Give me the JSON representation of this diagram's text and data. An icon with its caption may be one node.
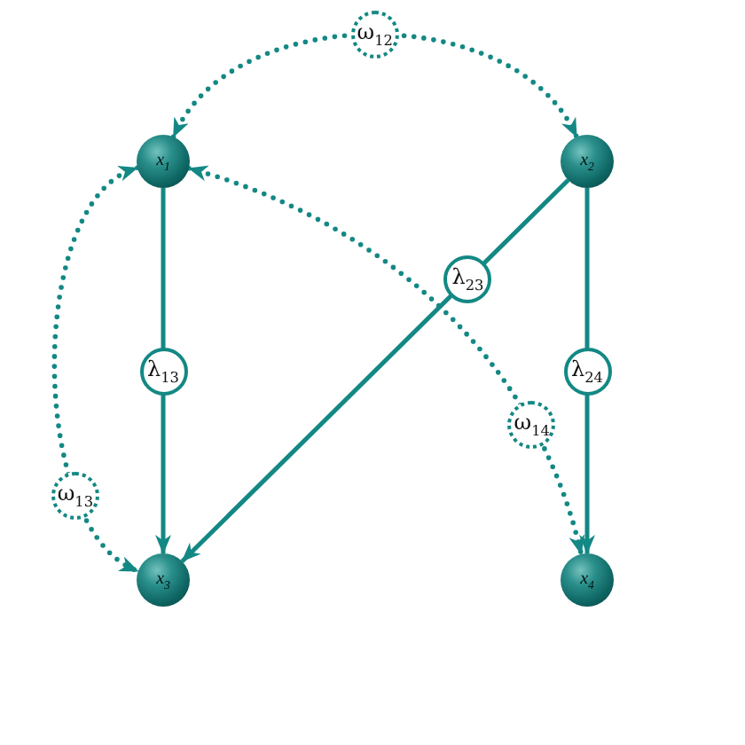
{
  "diagram": {
    "nodes": [
      {
        "text": [
          "x$_{1}$"
        ]
      },
      {
        "text": [
          "x$_{2}$"
        ]
      },
      {
        "text": [
          "x$_{3}$"
        ]
      },
      {
        "text": [
          "x$_{4}$"
        ]
      }
    ],
    "edges": [
      {
        "from": 0,
        "to": 1,
        "arrow": "both",
        "style": "dashed",
        "label": "ω$_{12}$"
      },
      {
        "from": 0,
        "to": 2,
        "arrow": "to",
        "label": "λ$_{13}$"
      },
      {
        "from": 1,
        "to": 2,
        "arrow": "to",
        "label": "λ$_{23}$"
      },
      {
        "from": 1,
        "to": 3,
        "arrow": "to",
        "label": "λ$_{24}$"
      },
      {
        "from": 0,
        "to": 2,
        "arrow": "both",
        "style": "dashed",
        "label": "ω$_{13}$"
      },
      {
        "from": 0,
        "to": 3,
        "arrow": "both",
        "style": "dashed",
        "label": "ω$_{14}$"
      }
    ]
  }
}
